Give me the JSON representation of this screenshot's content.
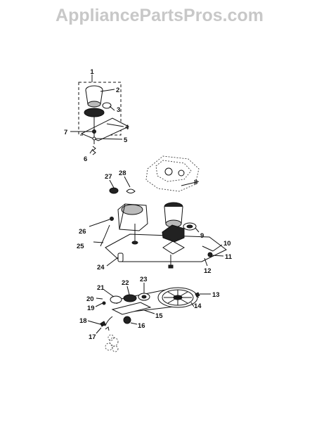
{
  "watermark": "AppliancePartsPros.com",
  "callouts": [
    "1",
    "2",
    "3",
    "4",
    "5",
    "6",
    "7",
    "8",
    "9",
    "10",
    "11",
    "12",
    "13",
    "14",
    "15",
    "16",
    "17",
    "18",
    "19",
    "20",
    "21",
    "22",
    "23",
    "24",
    "25",
    "26",
    "27",
    "28"
  ]
}
